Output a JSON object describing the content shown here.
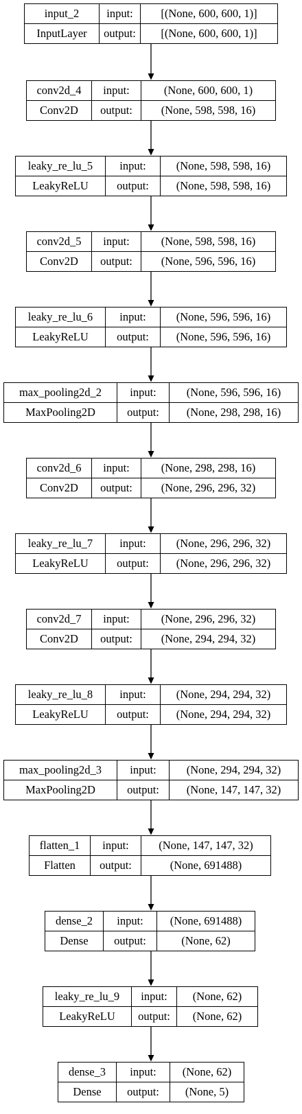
{
  "layers": [
    {
      "name": "input_2",
      "type": "InputLayer",
      "input_label": "input:",
      "output_label": "output:",
      "input_shape": "[(None, 600, 600, 1)]",
      "output_shape": "[(None, 600, 600, 1)]"
    },
    {
      "name": "conv2d_4",
      "type": "Conv2D",
      "input_label": "input:",
      "output_label": "output:",
      "input_shape": "(None, 600, 600, 1)",
      "output_shape": "(None, 598, 598, 16)"
    },
    {
      "name": "leaky_re_lu_5",
      "type": "LeakyReLU",
      "input_label": "input:",
      "output_label": "output:",
      "input_shape": "(None, 598, 598, 16)",
      "output_shape": "(None, 598, 598, 16)"
    },
    {
      "name": "conv2d_5",
      "type": "Conv2D",
      "input_label": "input:",
      "output_label": "output:",
      "input_shape": "(None, 598, 598, 16)",
      "output_shape": "(None, 596, 596, 16)"
    },
    {
      "name": "leaky_re_lu_6",
      "type": "LeakyReLU",
      "input_label": "input:",
      "output_label": "output:",
      "input_shape": "(None, 596, 596, 16)",
      "output_shape": "(None, 596, 596, 16)"
    },
    {
      "name": "max_pooling2d_2",
      "type": "MaxPooling2D",
      "input_label": "input:",
      "output_label": "output:",
      "input_shape": "(None, 596, 596, 16)",
      "output_shape": "(None, 298, 298, 16)"
    },
    {
      "name": "conv2d_6",
      "type": "Conv2D",
      "input_label": "input:",
      "output_label": "output:",
      "input_shape": "(None, 298, 298, 16)",
      "output_shape": "(None, 296, 296, 32)"
    },
    {
      "name": "leaky_re_lu_7",
      "type": "LeakyReLU",
      "input_label": "input:",
      "output_label": "output:",
      "input_shape": "(None, 296, 296, 32)",
      "output_shape": "(None, 296, 296, 32)"
    },
    {
      "name": "conv2d_7",
      "type": "Conv2D",
      "input_label": "input:",
      "output_label": "output:",
      "input_shape": "(None, 296, 296, 32)",
      "output_shape": "(None, 294, 294, 32)"
    },
    {
      "name": "leaky_re_lu_8",
      "type": "LeakyReLU",
      "input_label": "input:",
      "output_label": "output:",
      "input_shape": "(None, 294, 294, 32)",
      "output_shape": "(None, 294, 294, 32)"
    },
    {
      "name": "max_pooling2d_3",
      "type": "MaxPooling2D",
      "input_label": "input:",
      "output_label": "output:",
      "input_shape": "(None, 294, 294, 32)",
      "output_shape": "(None, 147, 147, 32)"
    },
    {
      "name": "flatten_1",
      "type": "Flatten",
      "input_label": "input:",
      "output_label": "output:",
      "input_shape": "(None, 147, 147, 32)",
      "output_shape": "(None, 691488)"
    },
    {
      "name": "dense_2",
      "type": "Dense",
      "input_label": "input:",
      "output_label": "output:",
      "input_shape": "(None, 691488)",
      "output_shape": "(None, 62)"
    },
    {
      "name": "leaky_re_lu_9",
      "type": "LeakyReLU",
      "input_label": "input:",
      "output_label": "output:",
      "input_shape": "(None, 62)",
      "output_shape": "(None, 62)"
    },
    {
      "name": "dense_3",
      "type": "Dense",
      "input_label": "input:",
      "output_label": "output:",
      "input_shape": "(None, 62)",
      "output_shape": "(None, 5)"
    }
  ],
  "colors": {
    "stroke": "#000000",
    "background": "#ffffff"
  }
}
